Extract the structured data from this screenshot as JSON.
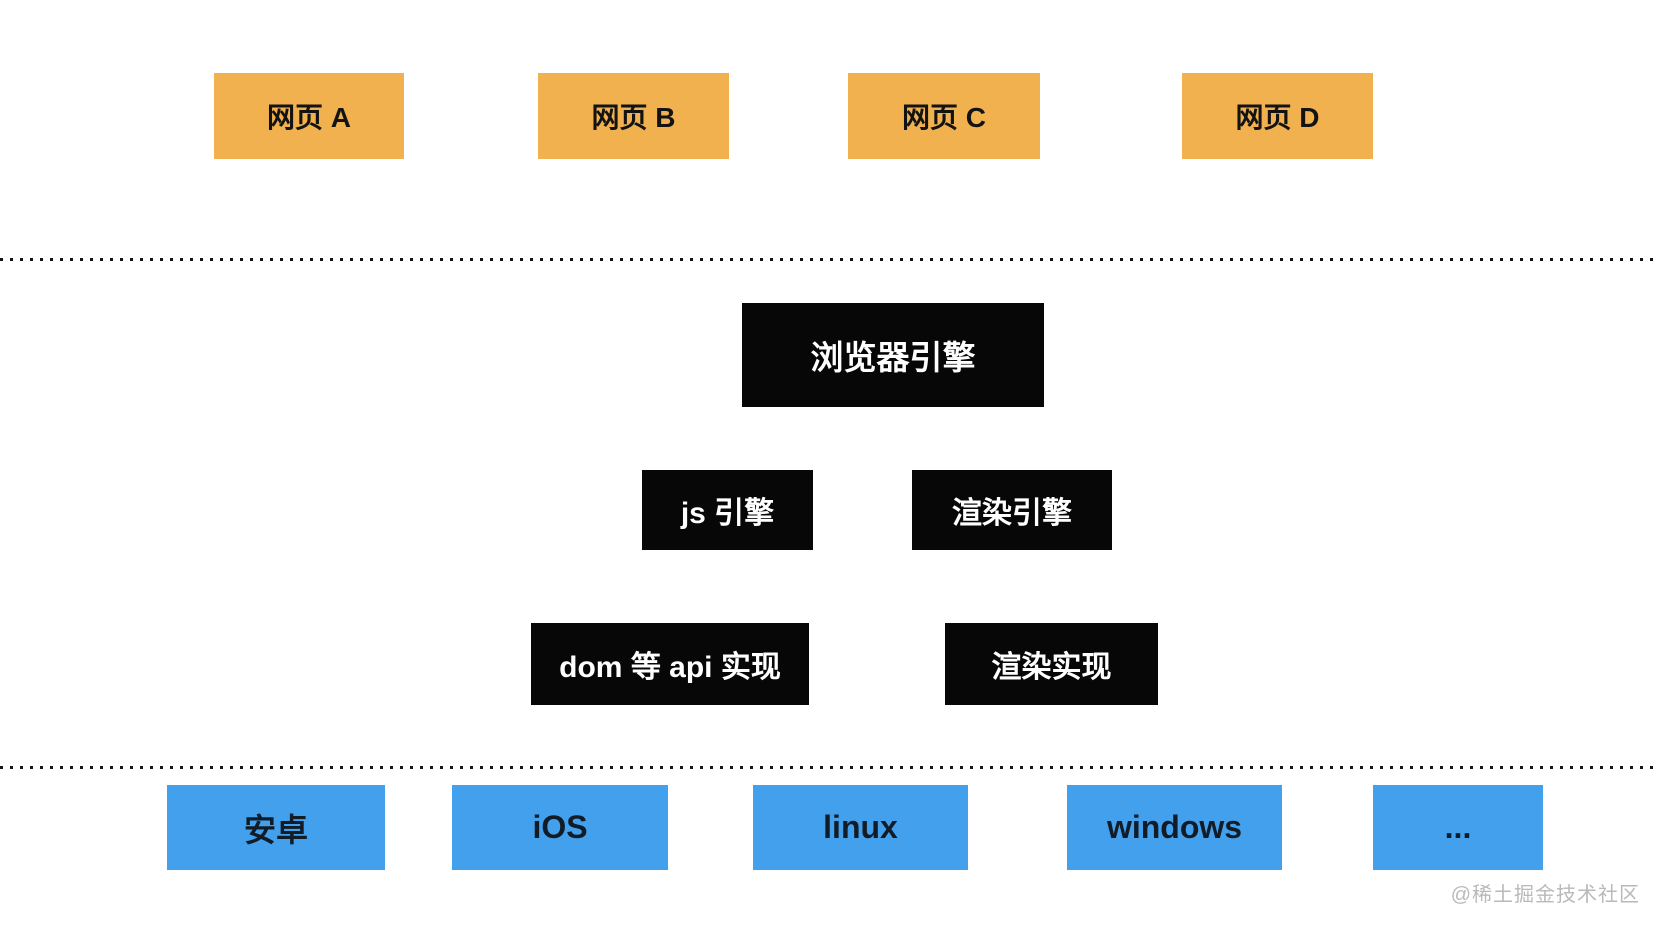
{
  "diagram": {
    "title_implied": "browser architecture layers",
    "webpages": [
      {
        "label": "网页 A"
      },
      {
        "label": "网页 B"
      },
      {
        "label": "网页 C"
      },
      {
        "label": "网页 D"
      }
    ],
    "browser_engine": {
      "label": "浏览器引擎"
    },
    "engines": [
      {
        "label": "js 引擎"
      },
      {
        "label": "渲染引擎"
      }
    ],
    "implementations": [
      {
        "label": "dom 等 api 实现"
      },
      {
        "label": "渲染实现"
      }
    ],
    "platforms": [
      {
        "label": "安卓"
      },
      {
        "label": "iOS"
      },
      {
        "label": "linux"
      },
      {
        "label": "windows"
      },
      {
        "label": "..."
      }
    ],
    "watermark": "@稀土掘金技术社区",
    "colors": {
      "webpage_box": "#f0b14e",
      "engine_box": "#070707",
      "engine_text": "#ffffff",
      "platform_box": "#42a0ed",
      "dotted_line": "#141414",
      "watermark_text": "#b9b9b9"
    }
  }
}
